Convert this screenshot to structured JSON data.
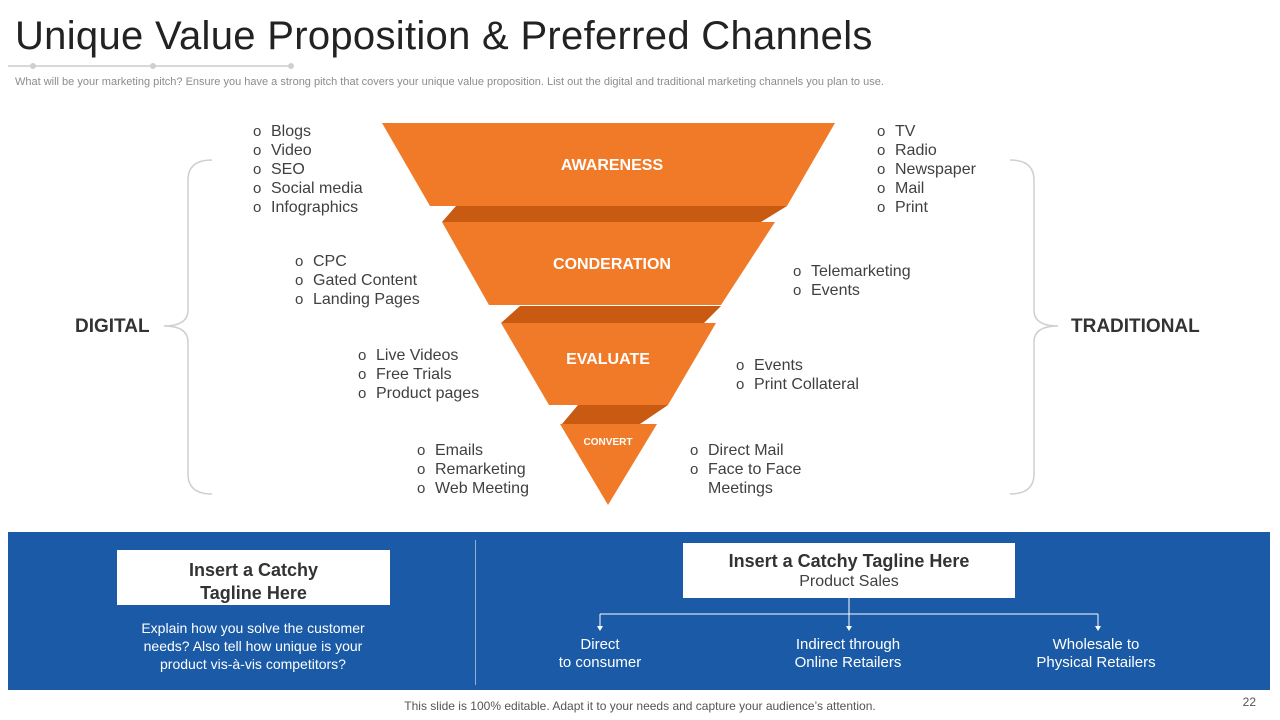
{
  "slide": {
    "title": "Unique Value Proposition & Preferred Channels",
    "subtitle": "What will be your marketing pitch? Ensure you have a strong pitch that covers your unique value proposition. List out the digital and traditional marketing channels you plan to use.",
    "footer": "This slide is 100% editable. Adapt it to your needs and capture your audience’s attention.",
    "page_number": "22"
  },
  "colors": {
    "funnel_orange": "#f07a28",
    "funnel_dark": "#c95a12",
    "panel_blue": "#1a5aa6"
  },
  "funnel": {
    "digital_label": "DIGITAL",
    "traditional_label": "TRADITIONAL",
    "stages": [
      {
        "label": "AWARENESS",
        "digital": [
          "Blogs",
          "Video",
          "SEO",
          "Social media",
          "Infographics"
        ],
        "traditional": [
          "TV",
          "Radio",
          "Newspaper",
          "Mail",
          "Print"
        ]
      },
      {
        "label": "CONDERATION",
        "digital": [
          "CPC",
          "Gated Content",
          "Landing Pages"
        ],
        "traditional": [
          "Telemarketing",
          "Events"
        ]
      },
      {
        "label": "EVALUATE",
        "digital": [
          "Live Videos",
          "Free Trials",
          "Product pages"
        ],
        "traditional": [
          "Events",
          "Print Collateral"
        ]
      },
      {
        "label": "CONVERT",
        "digital": [
          "Emails",
          "Remarketing",
          "Web Meeting"
        ],
        "traditional": [
          "Direct Mail",
          "Face to Face",
          "Meetings"
        ]
      }
    ],
    "bullet": "o"
  },
  "panel_left": {
    "tagline_line1": "Insert a Catchy",
    "tagline_line2": "Tagline Here",
    "description": "Explain how you solve the customer needs? Also tell how unique is your product vis-à-vis competitors?"
  },
  "panel_right": {
    "tagline": "Insert a Catchy Tagline Here",
    "subtitle": "Product Sales",
    "channels": [
      {
        "line1": "Direct",
        "line2": "to consumer"
      },
      {
        "line1": "Indirect through",
        "line2": "Online Retailers"
      },
      {
        "line1": "Wholesale to",
        "line2": "Physical Retailers"
      }
    ]
  }
}
